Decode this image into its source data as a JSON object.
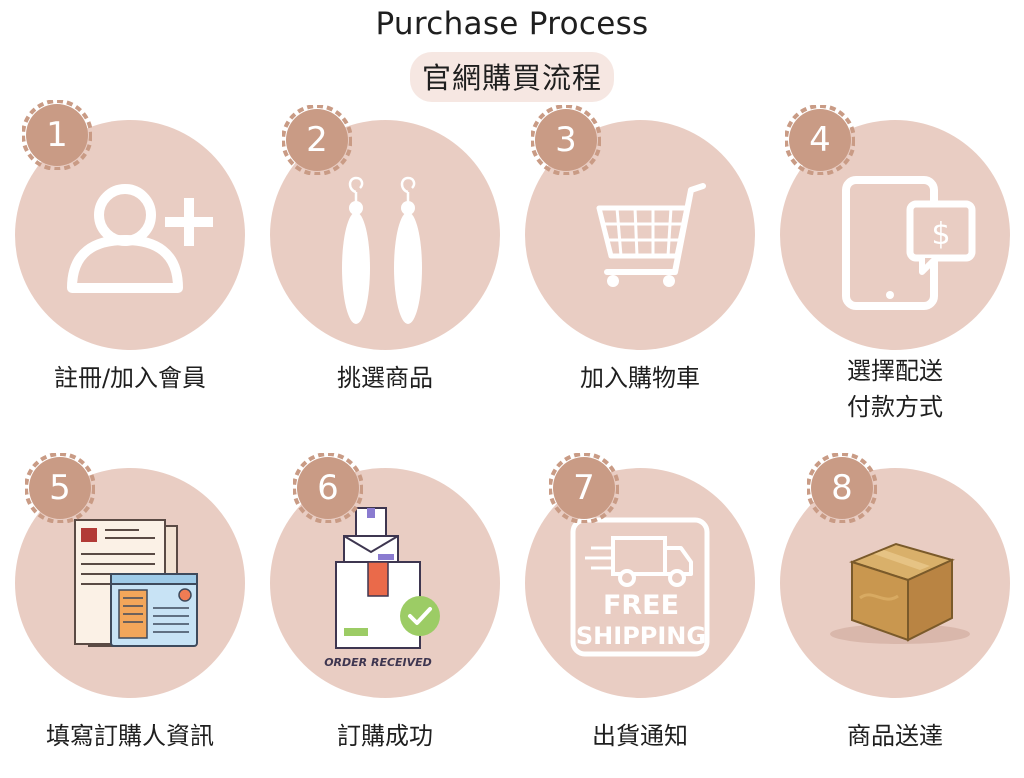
{
  "header": {
    "title_en": "Purchase Process",
    "title_zh": "官網購買流程"
  },
  "colors": {
    "circle": "#e9cdc3",
    "badge": "#c99b85",
    "title_pill": "#f6e7e2",
    "icon_white": "#ffffff"
  },
  "steps": [
    {
      "number": "1",
      "label": "註冊/加入會員",
      "icon": "user-add-icon"
    },
    {
      "number": "2",
      "label": "挑選商品",
      "icon": "earrings-icon"
    },
    {
      "number": "3",
      "label": "加入購物車",
      "icon": "shopping-cart-icon"
    },
    {
      "number": "4",
      "label_line1": "選擇配送",
      "label_line2": "付款方式",
      "icon": "tablet-payment-icon"
    },
    {
      "number": "5",
      "label": "填寫訂購人資訊",
      "icon": "form-documents-icon"
    },
    {
      "number": "6",
      "label": "訂購成功",
      "icon": "order-received-icon",
      "icon_text": "ORDER RECEIVED"
    },
    {
      "number": "7",
      "label": "出貨通知",
      "icon": "free-shipping-truck-icon",
      "icon_text_line1": "FREE",
      "icon_text_line2": "SHIPPING"
    },
    {
      "number": "8",
      "label": "商品送達",
      "icon": "delivered-box-icon"
    }
  ]
}
